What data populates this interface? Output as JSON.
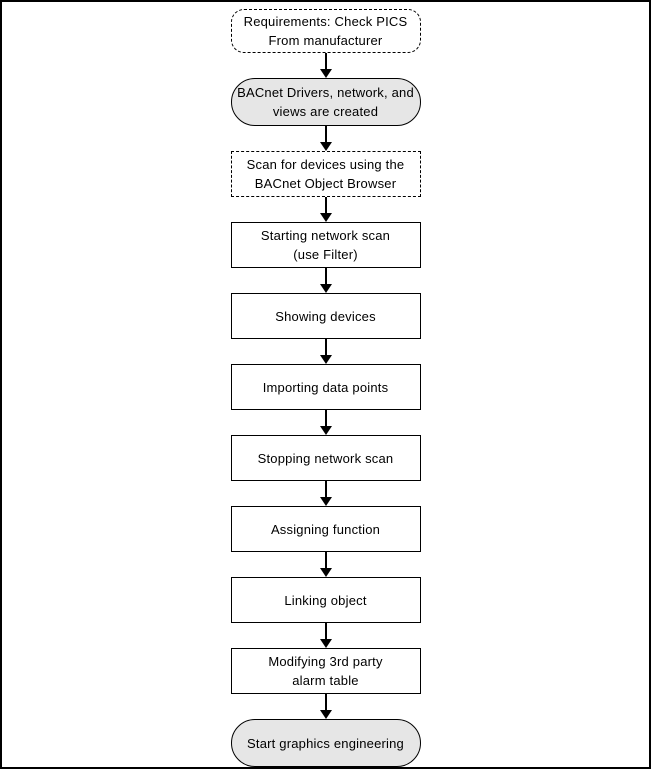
{
  "colors": {
    "background": "#ffffff",
    "line": "#000000",
    "box_fill": "#ffffff",
    "stadium_fill": "#e6e6e6"
  },
  "nodes": [
    {
      "id": "requirements-check-pics",
      "shape": "rounded-dashed",
      "label": "Requirements: Check PICS\nFrom manufacturer"
    },
    {
      "id": "drivers-network-views-created",
      "shape": "stadium",
      "label": "BACnet Drivers, network, and\nviews are created"
    },
    {
      "id": "scan-for-devices",
      "shape": "rect-dashed",
      "label": "Scan for devices using the\nBACnet Object Browser"
    },
    {
      "id": "starting-network-scan",
      "shape": "rect",
      "label": "Starting network scan\n(use Filter)"
    },
    {
      "id": "showing-devices",
      "shape": "rect",
      "label": "Showing devices"
    },
    {
      "id": "importing-data-points",
      "shape": "rect",
      "label": "Importing data points"
    },
    {
      "id": "stopping-network-scan",
      "shape": "rect",
      "label": "Stopping network scan"
    },
    {
      "id": "assigning-function",
      "shape": "rect",
      "label": "Assigning function"
    },
    {
      "id": "linking-object",
      "shape": "rect",
      "label": "Linking object"
    },
    {
      "id": "modifying-3rd-party-alarm-table",
      "shape": "rect",
      "label": "Modifying 3rd party\nalarm table"
    },
    {
      "id": "start-graphics-engineering",
      "shape": "stadium",
      "label": "Start graphics engineering"
    }
  ],
  "edges": [
    {
      "from": "requirements-check-pics",
      "to": "drivers-network-views-created"
    },
    {
      "from": "drivers-network-views-created",
      "to": "scan-for-devices"
    },
    {
      "from": "scan-for-devices",
      "to": "starting-network-scan"
    },
    {
      "from": "starting-network-scan",
      "to": "showing-devices"
    },
    {
      "from": "showing-devices",
      "to": "importing-data-points"
    },
    {
      "from": "importing-data-points",
      "to": "stopping-network-scan"
    },
    {
      "from": "stopping-network-scan",
      "to": "assigning-function"
    },
    {
      "from": "assigning-function",
      "to": "linking-object"
    },
    {
      "from": "linking-object",
      "to": "modifying-3rd-party-alarm-table"
    },
    {
      "from": "modifying-3rd-party-alarm-table",
      "to": "start-graphics-engineering"
    }
  ]
}
